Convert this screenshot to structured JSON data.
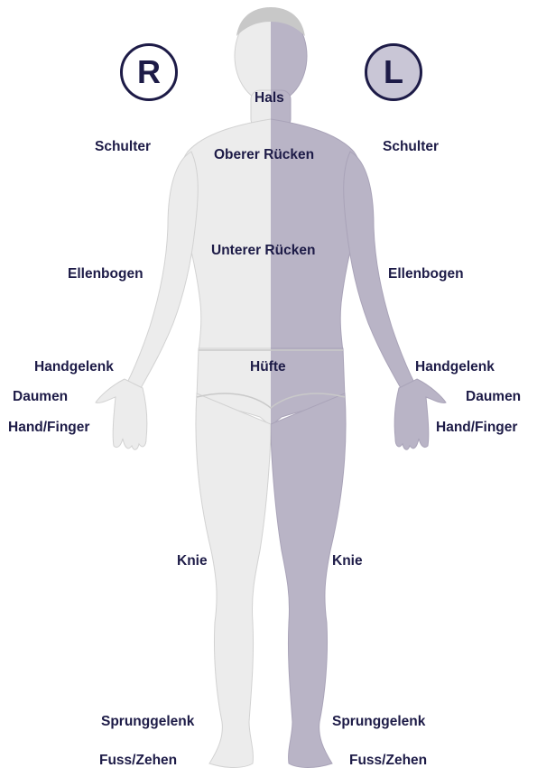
{
  "badges": {
    "right": "R",
    "left": "L"
  },
  "regions": {
    "hals": "Hals",
    "schulter_r": "Schulter",
    "schulter_l": "Schulter",
    "oberer_ruecken": "Oberer Rücken",
    "unterer_ruecken": "Unterer Rücken",
    "ellenbogen_r": "Ellenbogen",
    "ellenbogen_l": "Ellenbogen",
    "handgelenk_r": "Handgelenk",
    "handgelenk_l": "Handgelenk",
    "huefte": "Hüfte",
    "daumen_r": "Daumen",
    "daumen_l": "Daumen",
    "hand_finger_r": "Hand/Finger",
    "hand_finger_l": "Hand/Finger",
    "knie_r": "Knie",
    "knie_l": "Knie",
    "sprunggelenk_r": "Sprunggelenk",
    "sprunggelenk_l": "Sprunggelenk",
    "fuss_zehen_r": "Fuss/Zehen",
    "fuss_zehen_l": "Fuss/Zehen"
  },
  "colors": {
    "text": "#1d1b47",
    "right_half": "#ececec",
    "left_half": "#b9b4c6"
  }
}
